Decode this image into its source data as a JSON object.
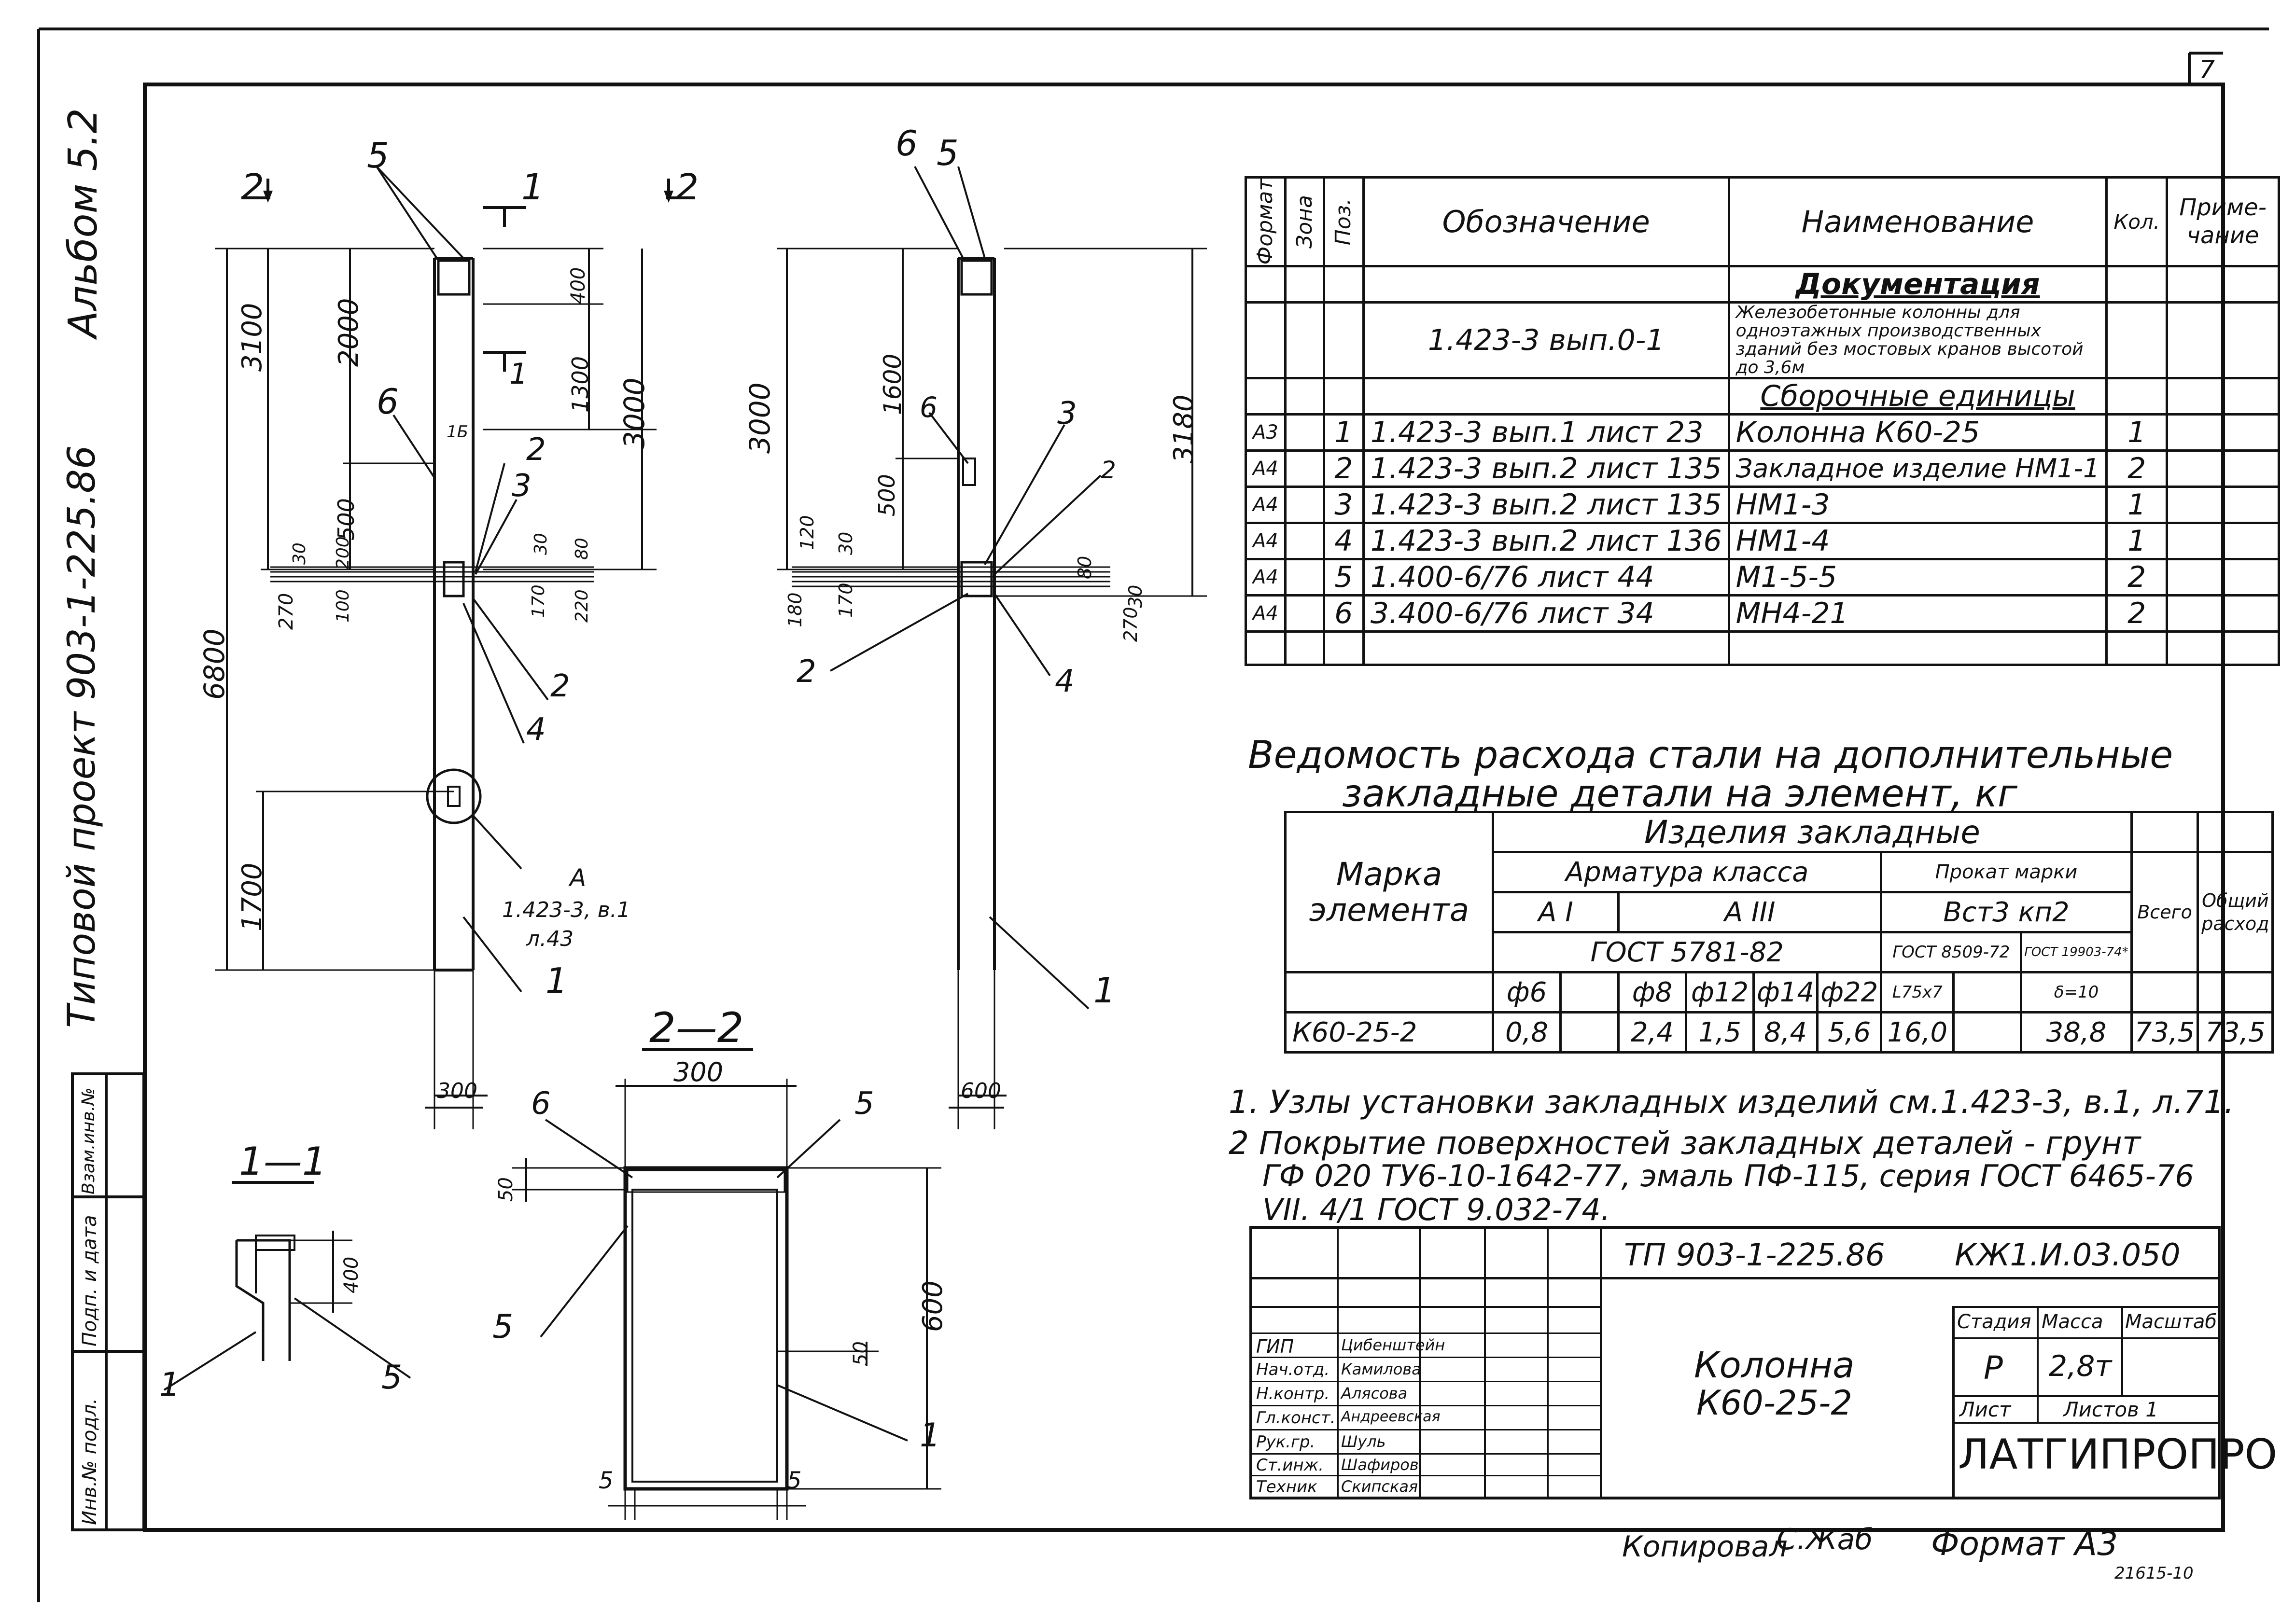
{
  "sheet": {
    "page_no": "7",
    "album": "Альбом 5.2",
    "project_vertical": "Типовой проект 903-1-225.86",
    "side_stamp": [
      "Инв.№ подл.",
      "Подп. и дата",
      "Взам.инв.№"
    ],
    "copied_by": "Копировал",
    "copied_signature": "С.Жаб",
    "format": "Формат А3",
    "bottom_number": "21615-10"
  },
  "drawing": {
    "section_marks": {
      "s2": "2",
      "s1": "1",
      "s2b": "2"
    },
    "left_dims": [
      "3100",
      "2000",
      "500",
      "400",
      "1300",
      "3000",
      "6800",
      "1700",
      "300",
      "270",
      "30",
      "200",
      "100",
      "30",
      "80",
      "170",
      "220"
    ],
    "right_dims": [
      "3000",
      "1600",
      "500",
      "3180",
      "120",
      "30",
      "170",
      "180",
      "80",
      "30",
      "270",
      "600"
    ],
    "pos_labels": [
      "1",
      "2",
      "3",
      "4",
      "5",
      "6"
    ],
    "node": {
      "label": "А",
      "ref1": "1.423-3, в.1",
      "ref2": "л.43"
    },
    "section_22": {
      "title": "2—2",
      "w": "300",
      "h": "600",
      "d50a": "50",
      "d50b": "50",
      "d5a": "5",
      "d5b": "5"
    },
    "section_11": {
      "title": "1—1",
      "d400": "400"
    },
    "column_mark": "1Б"
  },
  "spec": {
    "headers": {
      "format": "Формат",
      "zone": "Зона",
      "pos": "Поз.",
      "designation": "Обозначение",
      "name": "Наименование",
      "qty": "Кол.",
      "note": "Приме-чание"
    },
    "documentation_title": "Документация",
    "doc_row": {
      "designation": "1.423-3 вып.0-1",
      "name": "Железобетонные колонны для одноэтажных производственных зданий без мостовых кранов высотой до 3,6м"
    },
    "assemblies_title": "Сборочные единицы",
    "rows": [
      {
        "format": "А3",
        "pos": "1",
        "designation": "1.423-3 вып.1 лист 23",
        "name": "Колонна  К60-25",
        "qty": "1"
      },
      {
        "format": "А4",
        "pos": "2",
        "designation": "1.423-3 вып.2 лист 135",
        "name": "Закладное изделие НМ1-1",
        "qty": "2"
      },
      {
        "format": "А4",
        "pos": "3",
        "designation": "1.423-3 вып.2 лист 135",
        "name": "НМ1-3",
        "qty": "1"
      },
      {
        "format": "А4",
        "pos": "4",
        "designation": "1.423-3 вып.2 лист 136",
        "name": "НМ1-4",
        "qty": "1"
      },
      {
        "format": "А4",
        "pos": "5",
        "designation": "1.400-6/76 лист 44",
        "name": "М1-5-5",
        "qty": "2"
      },
      {
        "format": "А4",
        "pos": "6",
        "designation": "3.400-6/76 лист 34",
        "name": "МН4-21",
        "qty": "2"
      }
    ]
  },
  "steel": {
    "title_line1": "Ведомость расхода стали на дополнительные",
    "title_line2": "закладные детали на элемент, кг",
    "mark_header": "Марка элемента",
    "items_header": "Изделия  закладные",
    "rebar_header": "Арматура класса",
    "rolled_header": "Прокат марки",
    "class_ai": "А I",
    "class_aiii": "А III",
    "grade": "Вст3 кп2",
    "gost_rebar": "ГОСТ 5781-82",
    "gost_rolled1": "ГОСТ 8509-72",
    "gost_rolled2": "ГОСТ 19903-74*",
    "total": "Всего",
    "overall": "Общий расход",
    "diam": [
      "ф6",
      "ф8",
      "ф12",
      "ф14",
      "ф22",
      "L75х7",
      "δ=10"
    ],
    "row": {
      "mark": "К60-25-2",
      "v1": "0,8",
      "v2": "2,4",
      "v3": "1,5",
      "v4": "8,4",
      "v5": "5,6",
      "v6": "16,0",
      "v7": "38,8",
      "total": "73,5",
      "overall": "73,5"
    }
  },
  "notes": [
    "1. Узлы установки закладных изделий см.1.423-3, в.1, л.71.",
    "2 Покрытие поверхностей закладных деталей - грунт",
    "ГФ 020 ТУ6-10-1642-77, эмаль ПФ-115, серия ГОСТ 6465-76",
    "VII. 4/1  ГОСТ  9.032-74."
  ],
  "title_block": {
    "project": "ТП 903-1-225.86",
    "code": "КЖ1.И.03.050",
    "item_name1": "Колонна",
    "item_name2": "К60-25-2",
    "stage_h": "Стадия",
    "mass_h": "Масса",
    "scale_h": "Масштаб",
    "stage": "Р",
    "mass": "2,8т",
    "sheet_h": "Лист",
    "sheets_h": "Листов 1",
    "org": "ЛАТГИПРОПРОМ",
    "roles": [
      "ГИП",
      "Нач.отд.",
      "Н.контр.",
      "Гл.конст.",
      "Рук.гр.",
      "Ст.инж.",
      "Техник"
    ],
    "names": [
      "Цибенштейн",
      "Камилова",
      "Алясова",
      "Андреевская",
      "Шуль",
      "Шафиров",
      "Скипская"
    ]
  }
}
